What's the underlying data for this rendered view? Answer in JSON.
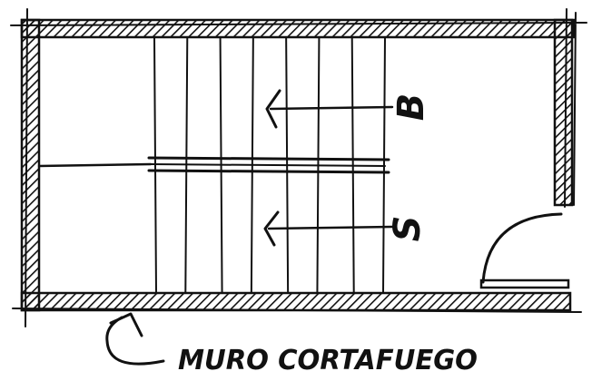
{
  "labels": {
    "upper_flight": "B",
    "lower_flight": "S",
    "wall_note": "MURO CORTAFUEGO"
  },
  "stair": {
    "tread_count": 8
  },
  "colors": {
    "ink": "#111111",
    "paper": "#ffffff"
  }
}
